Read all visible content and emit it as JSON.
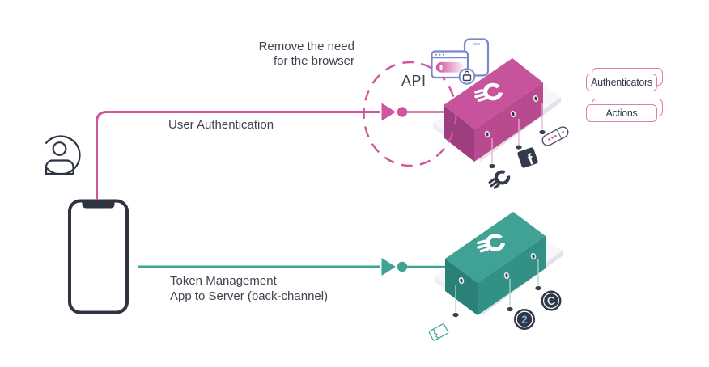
{
  "labels": {
    "note_line1": "Remove the need",
    "note_line2": "for the browser",
    "api": "API",
    "user_auth": "User Authentication",
    "token_line1": "Token Management",
    "token_line2": "App to Server (back-channel)",
    "authenticators": "Authenticators",
    "actions": "Actions"
  },
  "icons": {
    "facebook_glyph": "f",
    "coin_two_glyph": "2",
    "coin_c_glyph": "C"
  },
  "colors": {
    "pink": "#D2549C",
    "teal": "#3EA395",
    "pink_box_top": "#C6539B",
    "pink_box_front": "#B94A90",
    "pink_box_side": "#9D3E7F",
    "teal_box_top": "#3FA295",
    "teal_box_front": "#339084",
    "teal_box_side": "#2A8177",
    "dark": "#2E3440",
    "navy": "#333B4A",
    "indigo": "#7B87CB",
    "text": "#3F4450",
    "card_border": "#E878B1"
  }
}
